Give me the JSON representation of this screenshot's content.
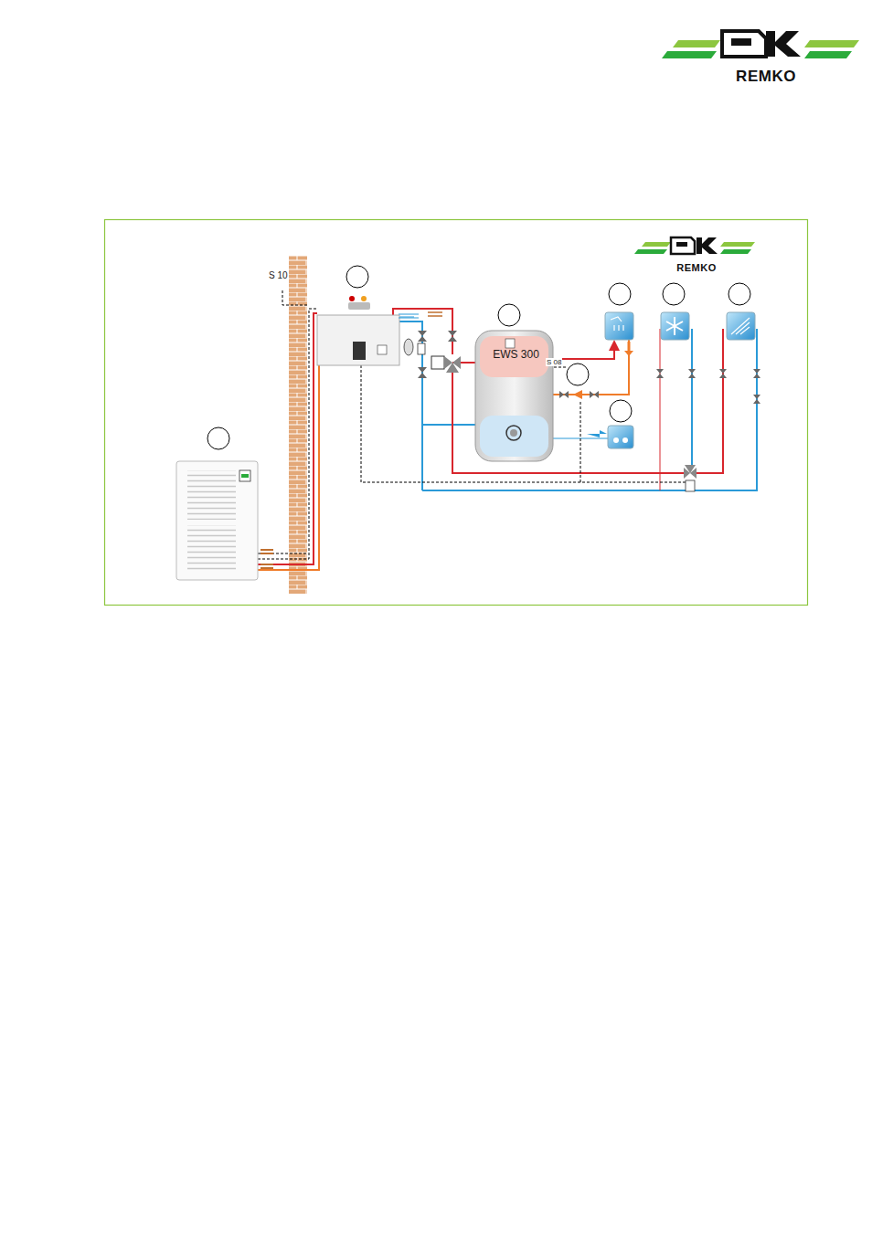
{
  "diagram": {
    "nodes": [
      {
        "text": [
          "REMKO"
        ]
      },
      {
        "text": [
          "REMKO"
        ]
      },
      {
        "text": [
          "S 10"
        ]
      },
      {
        "text": [
          "EWS 300"
        ]
      }
    ],
    "labels": [
      "S 08"
    ]
  }
}
